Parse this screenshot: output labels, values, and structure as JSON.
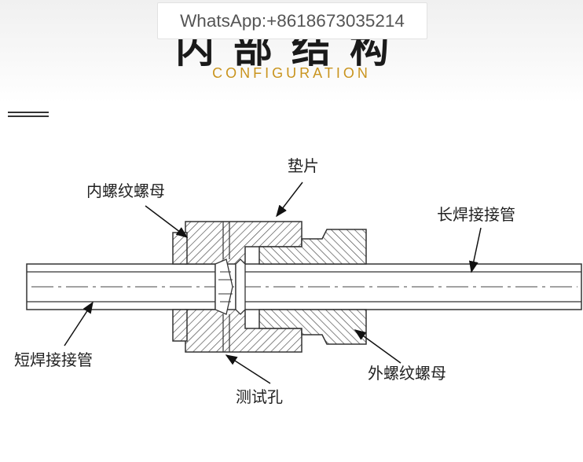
{
  "header": {
    "title_cn": "内部结构",
    "subtitle_en": "CONFIGURATION",
    "watermark": "WhatsApp:+8618673035214",
    "accent_color": "#c9941e"
  },
  "diagram": {
    "labels": {
      "gasket": "垫片",
      "inner_nut": "内螺纹螺母",
      "long_tube": "长焊接接管",
      "short_tube": "短焊接接管",
      "test_hole": "测试孔",
      "outer_nut": "外螺纹螺母"
    }
  }
}
